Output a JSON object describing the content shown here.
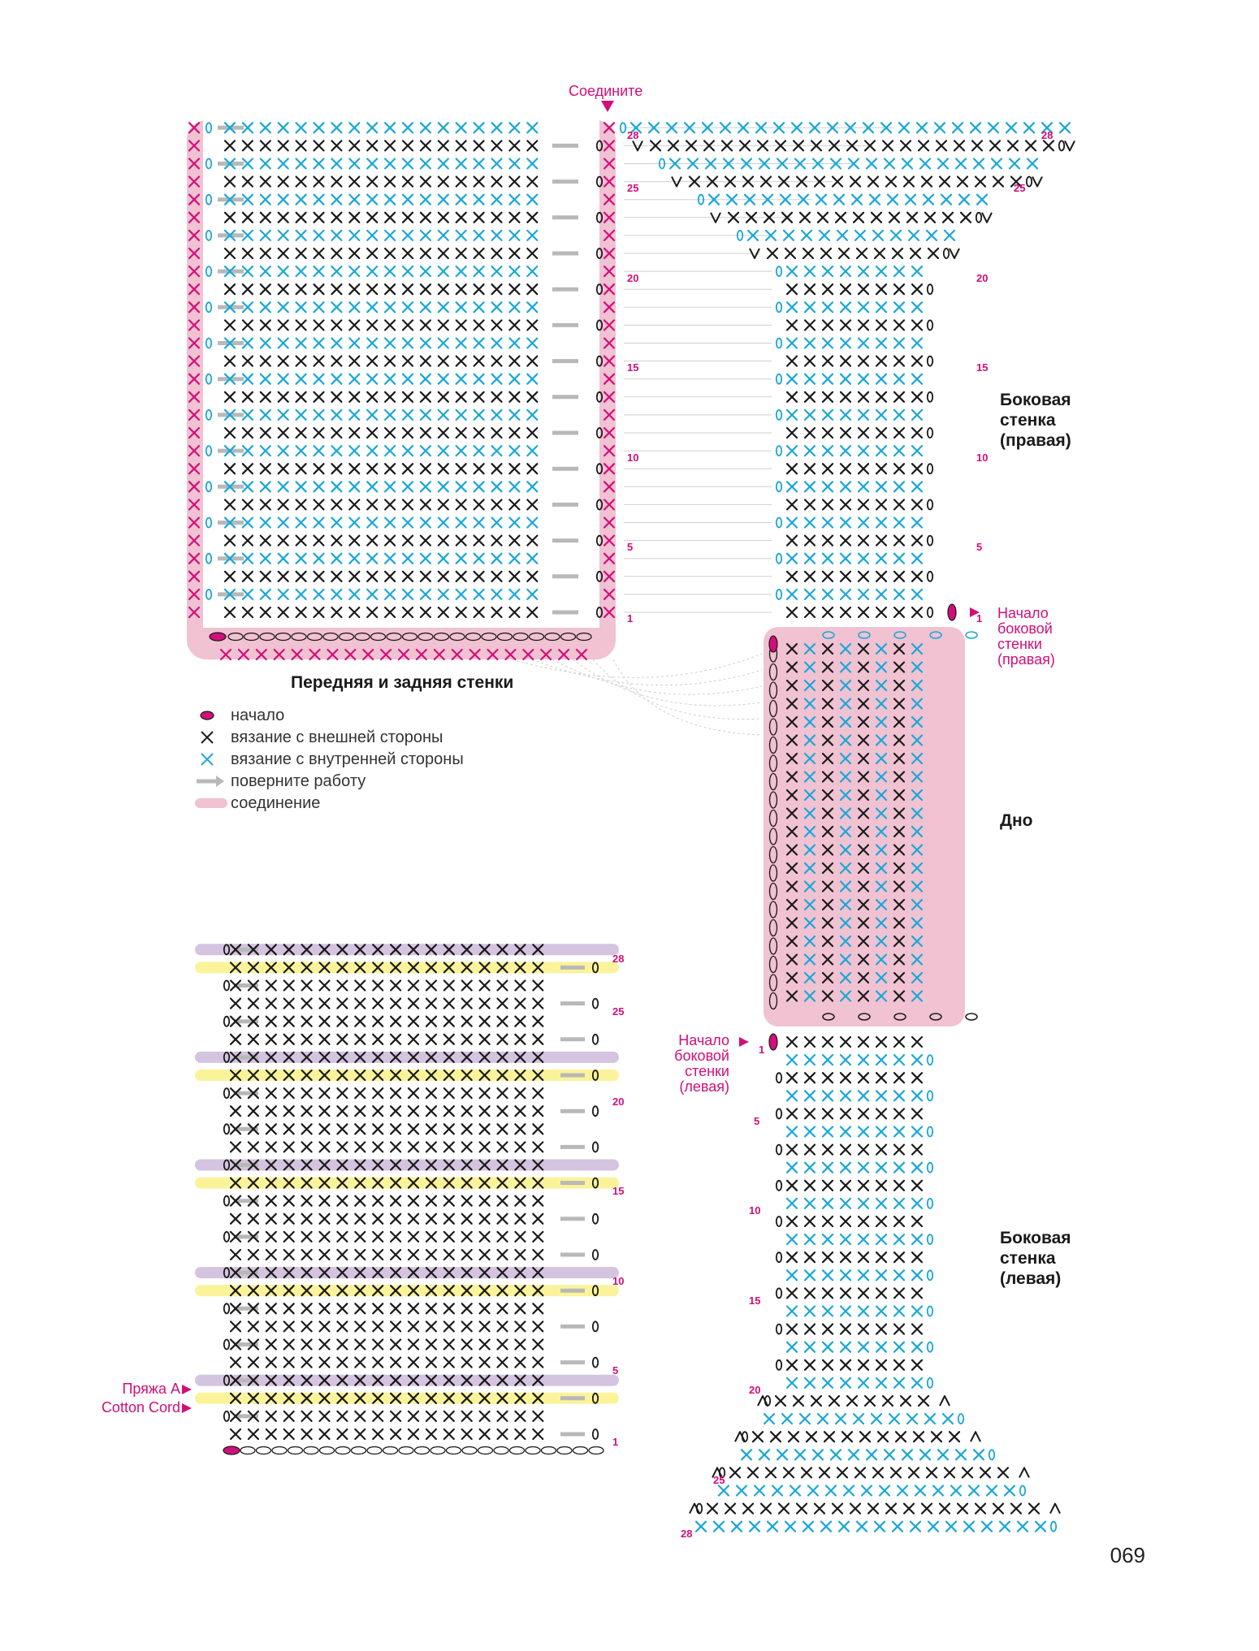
{
  "labels": {
    "join_top": "Соедините",
    "front_back": "Передняя и задняя стенки",
    "side_right": [
      "Боковая",
      "стенка",
      "(правая)"
    ],
    "side_left": [
      "Боковая",
      "стенка",
      "(левая)"
    ],
    "bottom": "Дно",
    "start_right": [
      "Начало",
      "боковой",
      "стенки",
      "(правая)"
    ],
    "start_left": [
      "Начало",
      "боковой",
      "стенки",
      "(левая)"
    ],
    "yarn_a": "Пряжа A",
    "cotton_cord": "Cotton Cord",
    "page_number": "069"
  },
  "legend": [
    {
      "symbol": "start-dot",
      "text": "начало"
    },
    {
      "symbol": "black-x",
      "text": "вязание с внешней стороны"
    },
    {
      "symbol": "blue-x",
      "text": "вязание с внутренней стороны"
    },
    {
      "symbol": "gray-arrow",
      "text": "поверните работу"
    },
    {
      "symbol": "pink-bar",
      "text": "соединение"
    }
  ],
  "row_numbers": {
    "front_back": [
      "28",
      "25",
      "20",
      "15",
      "10",
      "5",
      "1"
    ],
    "side_right": [
      "28",
      "25",
      "20",
      "15",
      "10",
      "5",
      "1"
    ],
    "side_left": [
      "1",
      "5",
      "10",
      "15",
      "20",
      "25",
      "28"
    ],
    "bottom_panel": [
      "28",
      "25",
      "20",
      "15",
      "10",
      "5",
      "1"
    ]
  },
  "colors": {
    "magenta": "#d10f7a",
    "cyan": "#1aa7d6",
    "black": "#1a1a1a",
    "pink": "#f0c2d2",
    "purple": "#d4c4e0",
    "yellow": "#fbf39a",
    "gray": "#b8b8b8"
  }
}
